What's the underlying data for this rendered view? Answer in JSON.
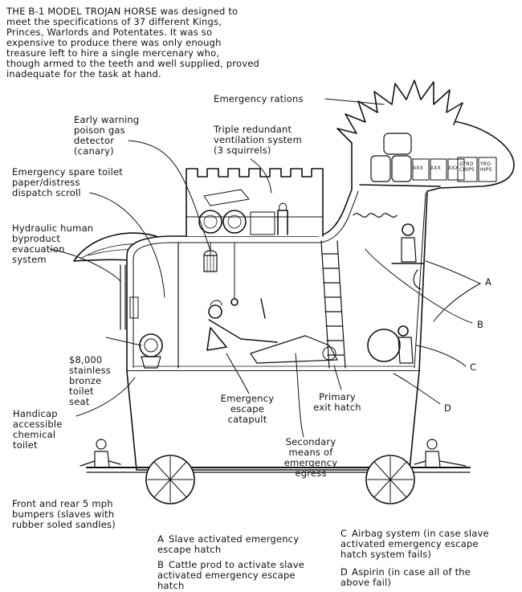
{
  "title": "THE B-1 MODEL TROJAN HORSE was designed to\nmeet the specifications of 37 different Kings,\nPrinces, Warlords and Potentates. It was so\nexpensive to produce there was only enough\ntreasure left to hire a single mercenary who,\nthough armed to the teeth and well supplied, proved\ninadequate for the task at hand.",
  "labels": {
    "rations": "Emergency rations",
    "gas_detector": "Early warning\npoison gas\ndetector\n(canary)",
    "ventilation": "Triple redundant\nventilation system\n(3 squirrels)",
    "toilet_paper": "Emergency spare toilet\npaper/distress\ndispatch scroll",
    "hydraulic": "Hydraulic human\nbyproduct\nevacuation\nsystem",
    "bronze_seat": "$8,000\nstainless\nbronze\ntoilet\nseat",
    "chem_toilet": "Handicap\naccessible\nchemical\ntoilet",
    "catapult": "Emergency\nescape\ncatapult",
    "exit_hatch": "Primary\nexit hatch",
    "secondary": "Secondary\nmeans of\nemergency\negress",
    "bumpers": "Front and rear 5 mph\nbumpers (slaves with\nrubber soled sandles)",
    "marker_a": "A",
    "marker_b": "B",
    "marker_c": "C",
    "marker_d": "D"
  },
  "crate_labels": {
    "xxx1": "XXX",
    "xxx2": "XXX",
    "xxx3": "XXX",
    "gyro": "GYRO\nCHIPS",
    "hips": "YRO\nHIPS"
  },
  "legend": [
    {
      "key": "A",
      "text": "Slave activated emergency\nescape hatch"
    },
    {
      "key": "B",
      "text": "Cattle prod to activate slave\nactivated emergency escape\nhatch"
    },
    {
      "key": "C",
      "text": "Airbag system (in case slave\nactivated emergency escape\nhatch system fails)"
    },
    {
      "key": "D",
      "text": "Aspirin (in case all of the\nabove fail)"
    }
  ],
  "colors": {
    "ink": "#111111",
    "paper": "#ffffff"
  }
}
